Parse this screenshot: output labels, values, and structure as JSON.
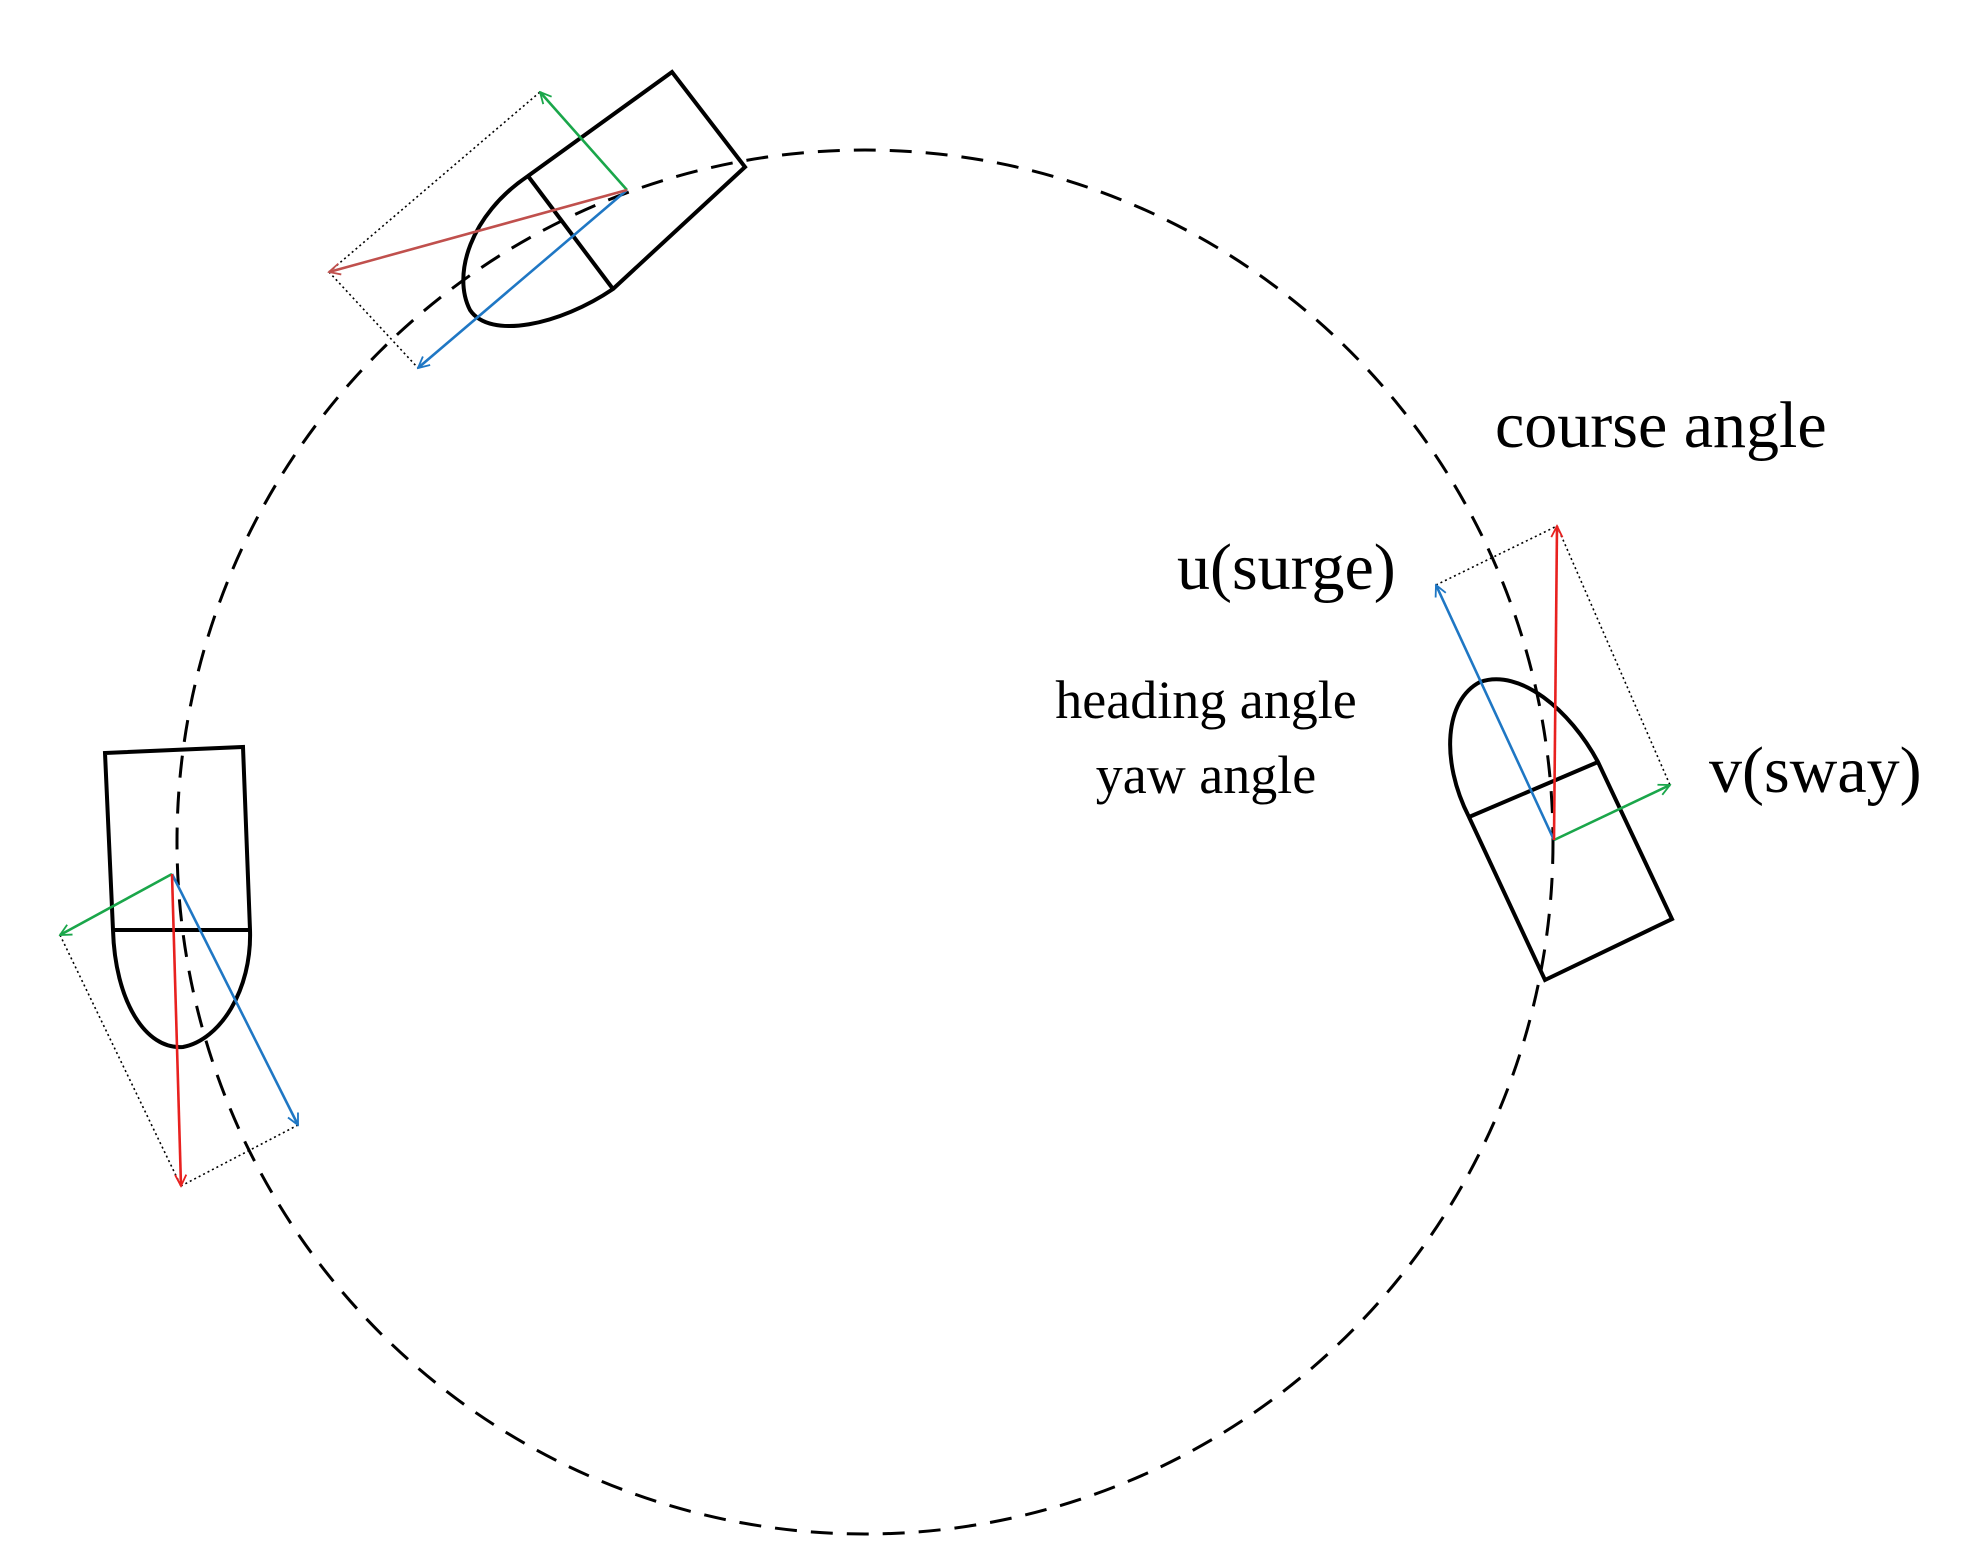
{
  "labels": {
    "course_angle": "course angle",
    "surge": "u(surge)",
    "sway": "v(sway)",
    "heading_angle": "heading angle",
    "yaw_angle": "yaw angle"
  },
  "colors": {
    "surge_vector": "#1f77c4",
    "sway_vector": "#1aa64a",
    "course_vector": "#e8211f",
    "course_vector_alt": "#c0504d",
    "outline": "#000000"
  }
}
